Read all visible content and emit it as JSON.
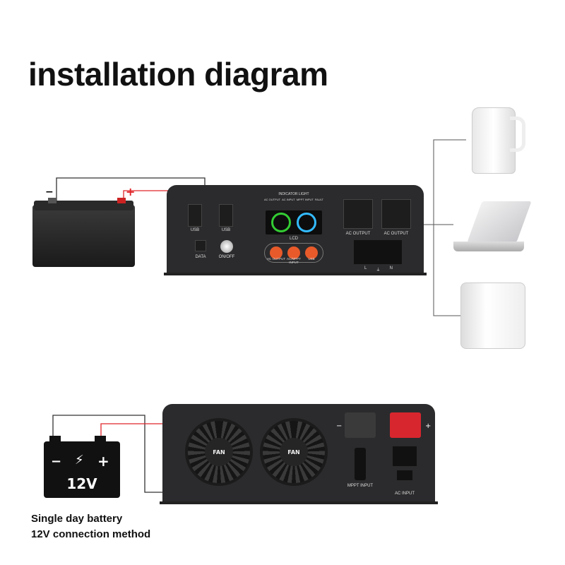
{
  "title": "installation diagram",
  "front_panel": {
    "usb_label": "USB",
    "data_label": "DATA",
    "power_label": "ON/OFF",
    "indicator_title": "INDICATOR LIGHT",
    "indicators": [
      "AC OUTPUT",
      "AC INPUT",
      "MPPT INPUT",
      "FAULT"
    ],
    "lcd_label": "LCD",
    "buttons": [
      "AC OUTPUT",
      "AC/MPPT INPUT",
      "USB"
    ],
    "ac_output_label": "AC OUTPUT",
    "terminal_labels": [
      "L",
      "⏚",
      "N"
    ]
  },
  "battery_front": {
    "minus": "−",
    "plus": "+"
  },
  "back_panel": {
    "fan_label": "FAN",
    "minus": "−",
    "plus": "+",
    "mppt_label": "MPPT INPUT",
    "ac_input_label": "AC INPUT"
  },
  "battery_icon": {
    "voltage": "12V",
    "minus": "−",
    "plus": "+"
  },
  "caption": {
    "line1": "Single day battery",
    "line2": "12V connection method"
  },
  "colors": {
    "wire_positive": "#e0262b",
    "wire_negative": "#333333",
    "panel": "#2b2b2d",
    "button": "#e85a2a"
  }
}
